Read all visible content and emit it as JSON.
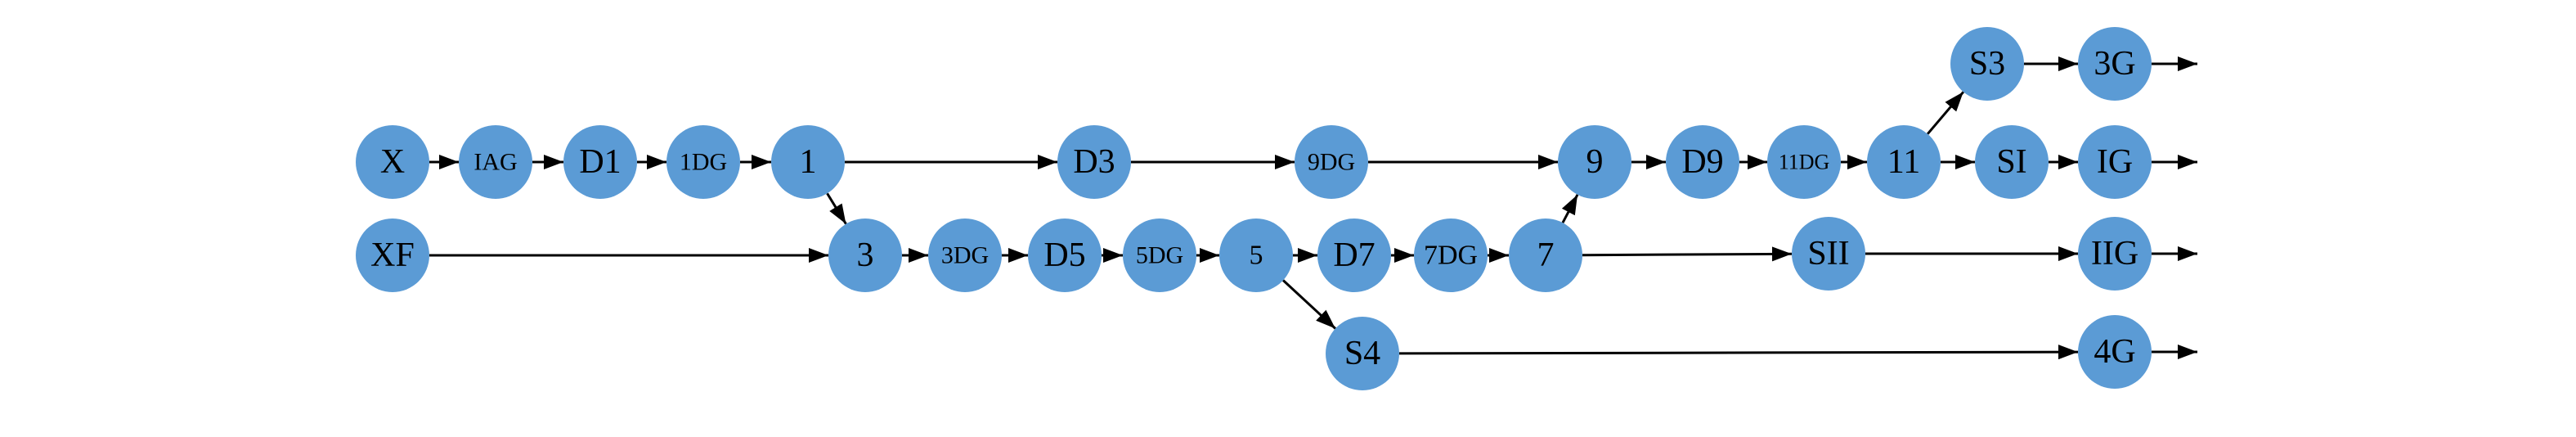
{
  "colors": {
    "node_fill": "#5b9bd5",
    "edge": "#000000",
    "text": "#000000"
  },
  "nodes": [
    {
      "id": "X",
      "label": "X"
    },
    {
      "id": "IAG",
      "label": "IAG"
    },
    {
      "id": "D1",
      "label": "D1"
    },
    {
      "id": "1DG",
      "label": "1DG"
    },
    {
      "id": "1",
      "label": "1"
    },
    {
      "id": "D3",
      "label": "D3"
    },
    {
      "id": "9DG",
      "label": "9DG"
    },
    {
      "id": "9",
      "label": "9"
    },
    {
      "id": "D9",
      "label": "D9"
    },
    {
      "id": "11DG",
      "label": "11DG"
    },
    {
      "id": "11",
      "label": "11"
    },
    {
      "id": "SI",
      "label": "SI"
    },
    {
      "id": "IG",
      "label": "IG"
    },
    {
      "id": "S3",
      "label": "S3"
    },
    {
      "id": "3G",
      "label": "3G"
    },
    {
      "id": "XF",
      "label": "XF"
    },
    {
      "id": "3",
      "label": "3"
    },
    {
      "id": "3DG",
      "label": "3DG"
    },
    {
      "id": "D5",
      "label": "D5"
    },
    {
      "id": "5DG",
      "label": "5DG"
    },
    {
      "id": "5",
      "label": "5"
    },
    {
      "id": "D7",
      "label": "D7"
    },
    {
      "id": "7DG",
      "label": "7DG"
    },
    {
      "id": "7",
      "label": "7"
    },
    {
      "id": "SII",
      "label": "SII"
    },
    {
      "id": "IIG",
      "label": "IIG"
    },
    {
      "id": "S4",
      "label": "S4"
    },
    {
      "id": "4G",
      "label": "4G"
    }
  ],
  "edges": [
    [
      "X",
      "IAG"
    ],
    [
      "IAG",
      "D1"
    ],
    [
      "D1",
      "1DG"
    ],
    [
      "1DG",
      "1"
    ],
    [
      "1",
      "D3"
    ],
    [
      "D3",
      "9DG"
    ],
    [
      "9DG",
      "9"
    ],
    [
      "9",
      "D9"
    ],
    [
      "D9",
      "11DG"
    ],
    [
      "11DG",
      "11"
    ],
    [
      "11",
      "SI"
    ],
    [
      "SI",
      "IG"
    ],
    [
      "11",
      "S3"
    ],
    [
      "S3",
      "3G"
    ],
    [
      "1",
      "3"
    ],
    [
      "XF",
      "3"
    ],
    [
      "3",
      "3DG"
    ],
    [
      "3DG",
      "D5"
    ],
    [
      "D5",
      "5DG"
    ],
    [
      "5DG",
      "5"
    ],
    [
      "5",
      "D7"
    ],
    [
      "D7",
      "7DG"
    ],
    [
      "7DG",
      "7"
    ],
    [
      "7",
      "9"
    ],
    [
      "7",
      "SII"
    ],
    [
      "SII",
      "IIG"
    ],
    [
      "5",
      "S4"
    ],
    [
      "S4",
      "4G"
    ]
  ],
  "outputs": [
    "3G",
    "IG",
    "IIG",
    "4G"
  ]
}
